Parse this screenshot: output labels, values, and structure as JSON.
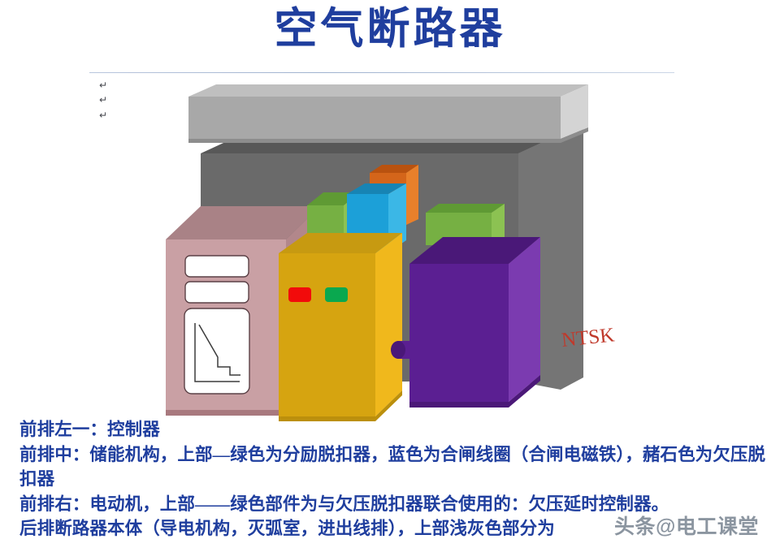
{
  "slide": {
    "title": "空气断路器",
    "title_color": "#1f3e9e",
    "background_color": "#ffffff"
  },
  "editor_marks": {
    "pilcrow_glyph": "↵",
    "count": 3
  },
  "illustration": {
    "name": "air-circuit-breaker-exploded-diagram",
    "logo_text": "NTSK",
    "logo_color": "#c0392b",
    "parts": [
      {
        "key": "back-body",
        "label": "后排断路器本体",
        "color_front": "#6a6a6a",
        "color_side": "#7a7a7a",
        "color_top": "#595959"
      },
      {
        "key": "top-light-gray-bar",
        "label": "上部浅灰色部分",
        "color_front": "#a8a8a8",
        "color_side": "#d2d2d2",
        "color_top": "#8e8e8e"
      },
      {
        "key": "controller",
        "label": "控制器",
        "color_front": "#c9a0a4",
        "color_side": "#b08b8f",
        "color_top": "#a98286"
      },
      {
        "key": "energy-storage-mechanism",
        "label": "储能机构",
        "color_front": "#d6a410",
        "color_side": "#f0b81c",
        "color_top": "#c79a11"
      },
      {
        "key": "shunt-release",
        "label": "分励脱扣器",
        "color_front": "#76b043",
        "color_side": "#8cc252",
        "color_top": "#5f9a34"
      },
      {
        "key": "closing-coil",
        "label": "合闸线圈（合闸电磁铁）",
        "color_front": "#1ca0d8",
        "color_side": "#3bb7e6",
        "color_top": "#1784b4"
      },
      {
        "key": "undervoltage-release",
        "label": "欠压脱扣器",
        "color_front": "#d4651a",
        "color_side": "#e8802b",
        "color_top": "#b9520f"
      },
      {
        "key": "motor",
        "label": "电动机",
        "color_front": "#5b1f92",
        "color_side": "#7b3bb0",
        "color_top": "#4a1878"
      },
      {
        "key": "undervoltage-delay-controller",
        "label": "欠压延时控制器",
        "color_front": "#76b043",
        "color_side": "#8cc252",
        "color_top": "#5f9a34"
      },
      {
        "key": "indicator-red",
        "label": "红色指示灯",
        "color_front": "#f20b0b"
      },
      {
        "key": "indicator-green",
        "label": "绿色指示灯",
        "color_front": "#0aa84f"
      }
    ]
  },
  "caption": {
    "color": "#1f3e9e",
    "lines": [
      "前排左一：控制器",
      "前排中：储能机构，上部—绿色为分励脱扣器，蓝色为合闸线圈（合闸电磁铁），赭石色为欠压脱扣器",
      "前排右：电动机，上部——绿色部件为与欠压脱扣器联合使用的：欠压延时控制器。",
      "后排断路器本体（导电机构，灭弧室，进出线排），上部浅灰色部分为"
    ],
    "line1": "前排左一：控制器",
    "line2a": "前排中：储能机构，上部—绿色为分励脱扣器，蓝色为合闸线圈（合闸电磁铁），赭",
    "line2b": "石色为欠压脱扣器",
    "line3": "前排右：电动机，上部——绿色部件为与欠压脱扣器联合使用的：欠压延时控制器。",
    "line4": "后排断路器本体（导电机构，灭弧室，进出线排），上部浅灰色部分为"
  },
  "watermark": {
    "text": "头条@电工课堂",
    "color": "#7c8794"
  }
}
